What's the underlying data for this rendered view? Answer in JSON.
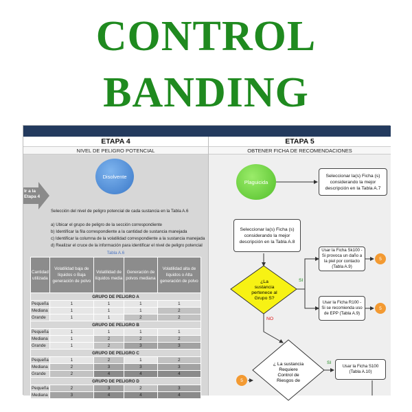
{
  "title": {
    "line1": "CONTROL",
    "line2": "BANDING"
  },
  "etapa4": {
    "heading": "ETAPA 4",
    "subheading": "NIVEL DE PELIGRO POTENCIAL",
    "arrow_label": "Ir a la Etapa 4",
    "circle_label": "Disolvente",
    "instruction": "Selección del nivel de peligro potencial de cada sustancia en la Tabla A.6",
    "steps": [
      "a) Ubicar el grupo de peligro de la sección correspondiente",
      "b) Identificar la fila correspondiente a la cantidad de sustancia manejada",
      "c) Identificar la columna de la volatilidad correspondiente a la sustancia manejada",
      "d) Realizar el cruce de la información para identificar el nivel de peligro potencial"
    ],
    "table_caption": "Tabla A.6",
    "table_headers": [
      "Cantidad utilizada",
      "Volatilidad baja de líquidos o Baja generación de polvo",
      "Volatilidad de líquidos media",
      "Generación de polvos mediana",
      "Volatilidad alta de líquidos o Alta generación de polvo"
    ],
    "groups": [
      {
        "name": "GRUPO DE PELIGRO A",
        "rows": [
          {
            "size": "Pequeña",
            "values": [
              "1",
              "1",
              "1",
              "1"
            ]
          },
          {
            "size": "Mediana",
            "values": [
              "1",
              "1",
              "1",
              "2"
            ]
          },
          {
            "size": "Grande",
            "values": [
              "1",
              "1",
              "2",
              "2"
            ]
          }
        ]
      },
      {
        "name": "GRUPO DE PELIGRO B",
        "rows": [
          {
            "size": "Pequeña",
            "values": [
              "1",
              "1",
              "1",
              "1"
            ]
          },
          {
            "size": "Mediana",
            "values": [
              "1",
              "2",
              "2",
              "2"
            ]
          },
          {
            "size": "Grande",
            "values": [
              "1",
              "2",
              "3",
              "3"
            ]
          }
        ]
      },
      {
        "name": "GRUPO DE PELIGRO C",
        "rows": [
          {
            "size": "Pequeña",
            "values": [
              "1",
              "2",
              "1",
              "2"
            ]
          },
          {
            "size": "Mediana",
            "values": [
              "2",
              "3",
              "3",
              "3"
            ]
          },
          {
            "size": "Grande",
            "values": [
              "2",
              "4",
              "4",
              "4"
            ]
          }
        ]
      },
      {
        "name": "GRUPO DE PELIGRO D",
        "rows": [
          {
            "size": "Pequeña",
            "values": [
              "2",
              "3",
              "2",
              "3"
            ]
          },
          {
            "size": "Mediana",
            "values": [
              "3",
              "4",
              "4",
              "4"
            ]
          }
        ]
      }
    ]
  },
  "etapa5": {
    "heading": "ETAPA 5",
    "subheading": "OBTENER FICHA DE RECOMENDACIONES",
    "circle_label": "Plaguicida",
    "box_top": "Seleccionar la(s) Ficha (s) considerando la mejor descripción en la Tabla A.7",
    "box_left": "Seleccionar la(s) Ficha (s) considerando la mejor descripción en la Tabla A.8",
    "diamond1": "¿La sustancia pertenece al Grupo S?",
    "label_si1": "SI",
    "label_no": "NO",
    "box_sk100": "Usar la Ficha Sk100 - Si provoca un daño a la piel por contacto (Tabla A.9)",
    "box_r100": "Usar la Ficha R100 - Si se recomienda uso de EPP (Tabla A.9)",
    "diamond2": "¿ La sustancia Requiere Control de Riesgos de",
    "label_si2": "SI",
    "box_s100": "Usar la Ficha S100 (Tabla A.10)",
    "orange_label": "5"
  }
}
